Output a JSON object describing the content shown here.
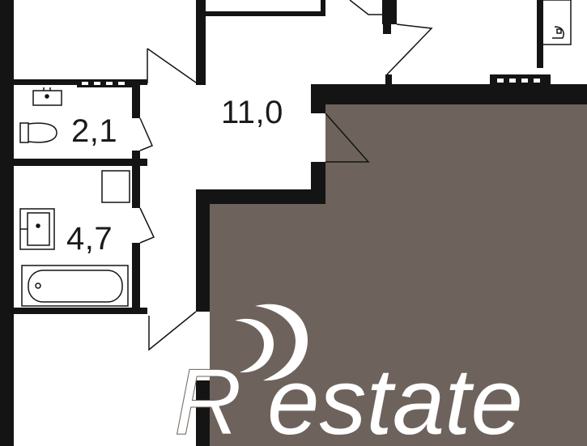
{
  "rooms": {
    "toilet": {
      "area": "2,1"
    },
    "bathroom": {
      "area": "4,7"
    },
    "hall": {
      "area": "11,0"
    }
  },
  "watermark": {
    "brand": "Restate",
    "letter_r": "R",
    "letters_rest": "estate"
  },
  "colors": {
    "wall": "#141414",
    "room_fill": "#6d635c",
    "floor": "#ffffff"
  }
}
